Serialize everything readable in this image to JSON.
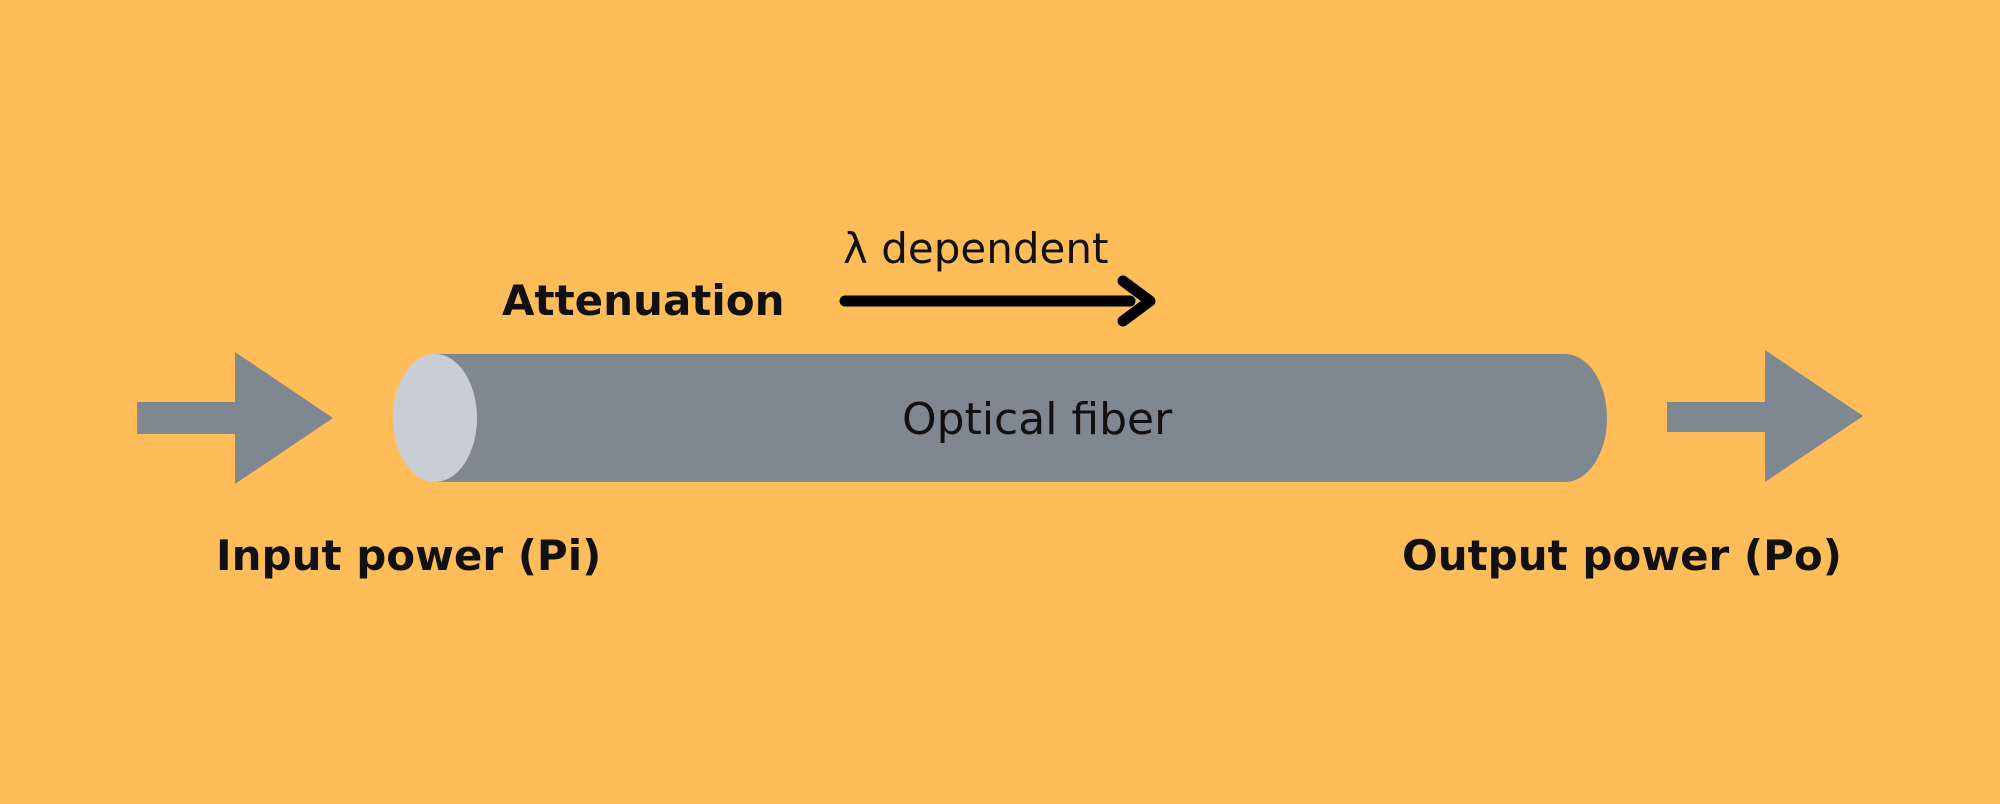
{
  "diagram": {
    "attenuation_label": "Attenuation",
    "lambda_label": "λ dependent",
    "fiber_label": "Optical fiber",
    "input_label": "Input power (Pi)",
    "output_label": "Output power (Po)",
    "colors": {
      "background": "#FFBD59",
      "fiber_body": "#7F8790",
      "fiber_end_face": "#C9CED6",
      "arrow": "#7F8790",
      "text": "#111111"
    }
  }
}
